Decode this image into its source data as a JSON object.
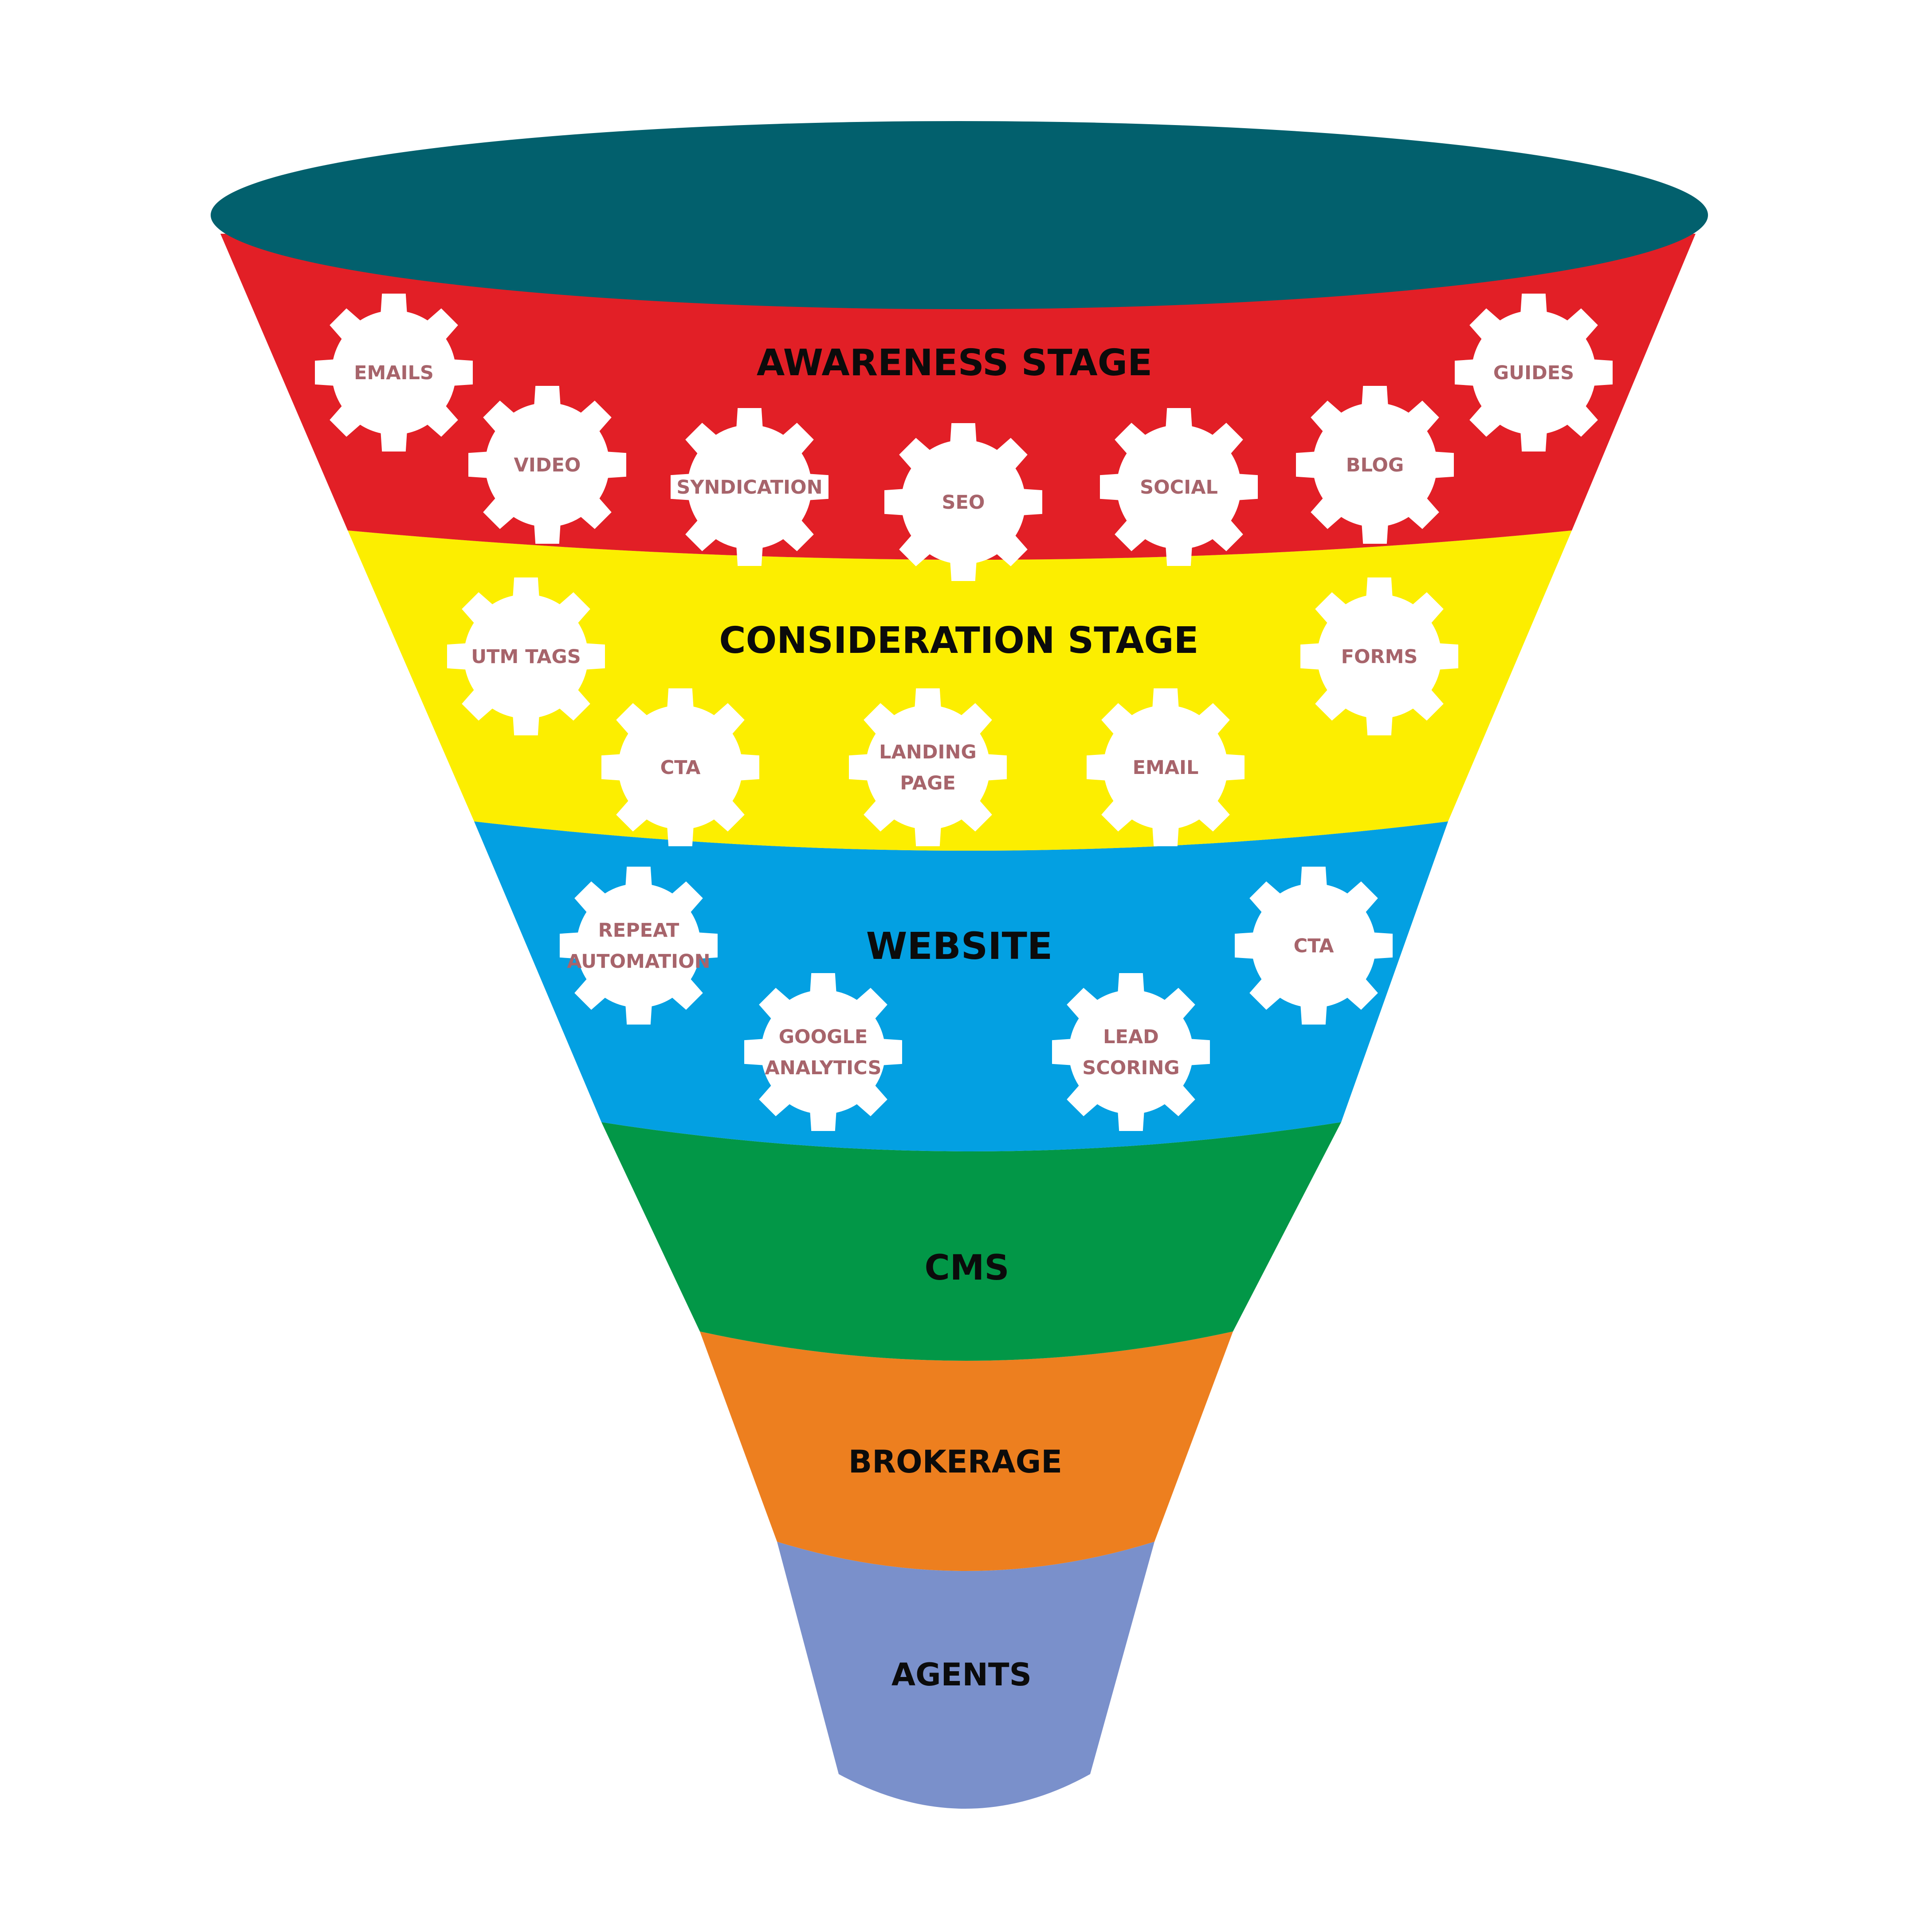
{
  "colors": {
    "top_ellipse": "#02606d",
    "awareness": "#e21f26",
    "consideration": "#fcee00",
    "website": "#03a0e2",
    "cms": "#029747",
    "brokerage": "#ed7f1f",
    "agents": "#7a90cb",
    "gear_fill": "#ffffff",
    "gear_text": "#a7646b",
    "stage_text": "#0b0b0b"
  },
  "stages": [
    {
      "id": "awareness",
      "label": "AWARENESS STAGE"
    },
    {
      "id": "consideration",
      "label": "CONSIDERATION STAGE"
    },
    {
      "id": "website",
      "label": "WEBSITE"
    },
    {
      "id": "cms",
      "label": "CMS"
    },
    {
      "id": "brokerage",
      "label": "BROKERAGE"
    },
    {
      "id": "agents",
      "label": "AGENTS"
    }
  ],
  "gears": [
    {
      "stage": "awareness",
      "lines": [
        "EMAILS"
      ],
      "icon": "gear-icon"
    },
    {
      "stage": "awareness",
      "lines": [
        "VIDEO"
      ],
      "icon": "gear-icon"
    },
    {
      "stage": "awareness",
      "lines": [
        "SYNDICATION"
      ],
      "icon": "gear-icon"
    },
    {
      "stage": "awareness",
      "lines": [
        "SEO"
      ],
      "icon": "gear-icon"
    },
    {
      "stage": "awareness",
      "lines": [
        "SOCIAL"
      ],
      "icon": "gear-icon"
    },
    {
      "stage": "awareness",
      "lines": [
        "BLOG"
      ],
      "icon": "gear-icon"
    },
    {
      "stage": "awareness",
      "lines": [
        "GUIDES"
      ],
      "icon": "gear-icon"
    },
    {
      "stage": "consideration",
      "lines": [
        "UTM TAGS"
      ],
      "icon": "gear-icon"
    },
    {
      "stage": "consideration",
      "lines": [
        "FORMS"
      ],
      "icon": "gear-icon"
    },
    {
      "stage": "consideration",
      "lines": [
        "CTA"
      ],
      "icon": "gear-icon"
    },
    {
      "stage": "consideration",
      "lines": [
        "LANDING",
        "PAGE"
      ],
      "icon": "gear-icon"
    },
    {
      "stage": "consideration",
      "lines": [
        "EMAIL"
      ],
      "icon": "gear-icon"
    },
    {
      "stage": "website",
      "lines": [
        "REPEAT",
        "AUTOMATION"
      ],
      "icon": "gear-icon"
    },
    {
      "stage": "website",
      "lines": [
        "CTA"
      ],
      "icon": "gear-icon"
    },
    {
      "stage": "website",
      "lines": [
        "GOOGLE",
        "ANALYTICS"
      ],
      "icon": "gear-icon"
    },
    {
      "stage": "website",
      "lines": [
        "LEAD",
        "SCORING"
      ],
      "icon": "gear-icon"
    }
  ]
}
